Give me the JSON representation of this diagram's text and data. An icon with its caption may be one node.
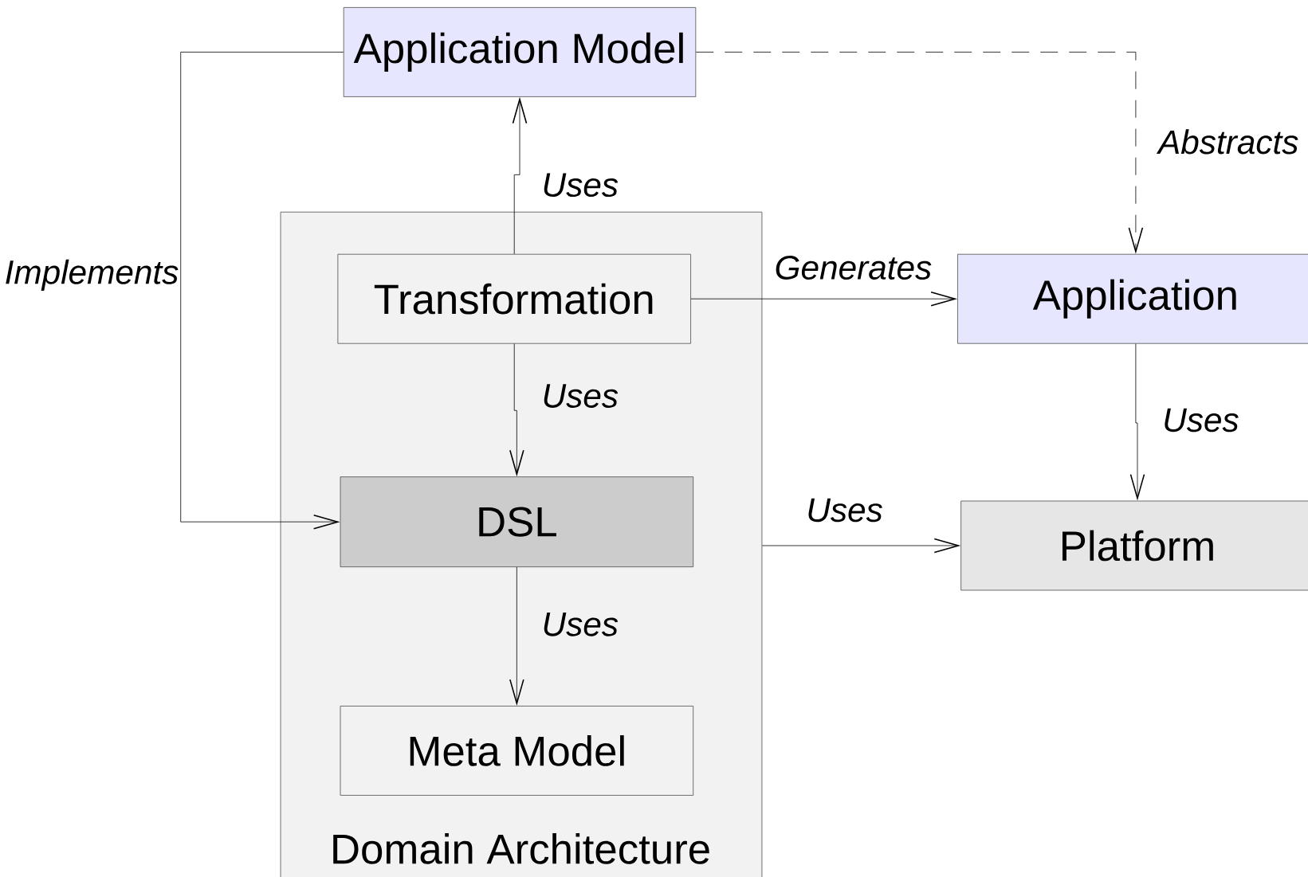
{
  "diagram": {
    "nodes": [
      {
        "text": [
          "Application Model"
        ]
      },
      {
        "text": [
          "Domain Architecture"
        ]
      },
      {
        "text": [
          "Transformation"
        ],
        "in": 1
      },
      {
        "text": [
          "Application"
        ]
      },
      {
        "text": [
          "DSL"
        ],
        "in": 1
      },
      {
        "text": [
          "Platform"
        ]
      },
      {
        "text": [
          "Meta Model"
        ],
        "in": 1
      }
    ],
    "edges": [
      {
        "from": 2,
        "to": 0,
        "arrow": "to",
        "label": "Uses"
      },
      {
        "from": 2,
        "to": 4,
        "arrow": "to",
        "label": "Uses"
      },
      {
        "from": 4,
        "to": 6,
        "arrow": "to",
        "label": "Uses"
      },
      {
        "from": 0,
        "to": 4,
        "arrow": "to",
        "label": "Implements"
      },
      {
        "from": 0,
        "to": 3,
        "arrow": "to",
        "label": "Abstracts",
        "style": "dashed"
      },
      {
        "from": 2,
        "to": 3,
        "arrow": "to",
        "label": "Generates"
      },
      {
        "from": 3,
        "to": 5,
        "arrow": "to",
        "label": "Uses"
      },
      {
        "from": 1,
        "to": 5,
        "arrow": "to",
        "label": "Uses"
      }
    ]
  }
}
